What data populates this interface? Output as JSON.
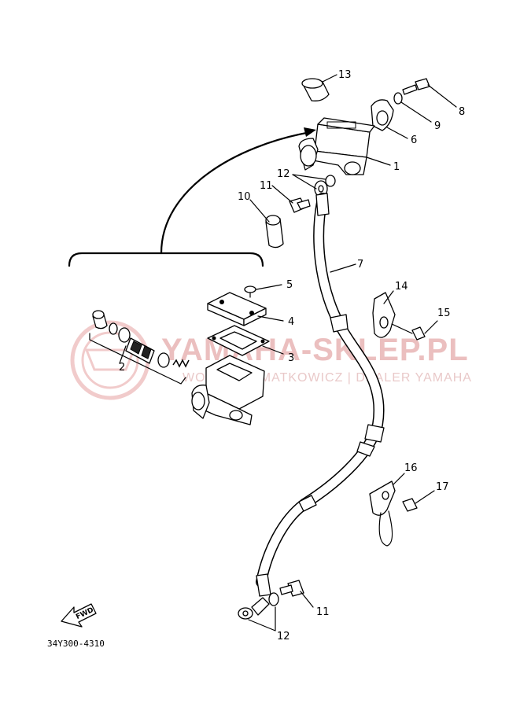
{
  "callouts": {
    "c1": "1",
    "c2": "2",
    "c3": "3",
    "c4": "4",
    "c5": "5",
    "c6": "6",
    "c7": "7",
    "c8": "8",
    "c9": "9",
    "c10": "10",
    "c11_top": "11",
    "c11_bottom": "11",
    "c12_top": "12",
    "c12_bottom": "12",
    "c13": "13",
    "c14": "14",
    "c15": "15",
    "c16": "16",
    "c17": "17"
  },
  "watermark": {
    "line1": "YAMAHA-SKLEP.PL",
    "line2": "WOJCIECH MATKOWICZ | DEALER YAMAHA"
  },
  "fwd_label": "FWD",
  "diagram_code": "34Y300-4310",
  "colors": {
    "ink": "#000000",
    "watermark": "#e8b4b4"
  }
}
